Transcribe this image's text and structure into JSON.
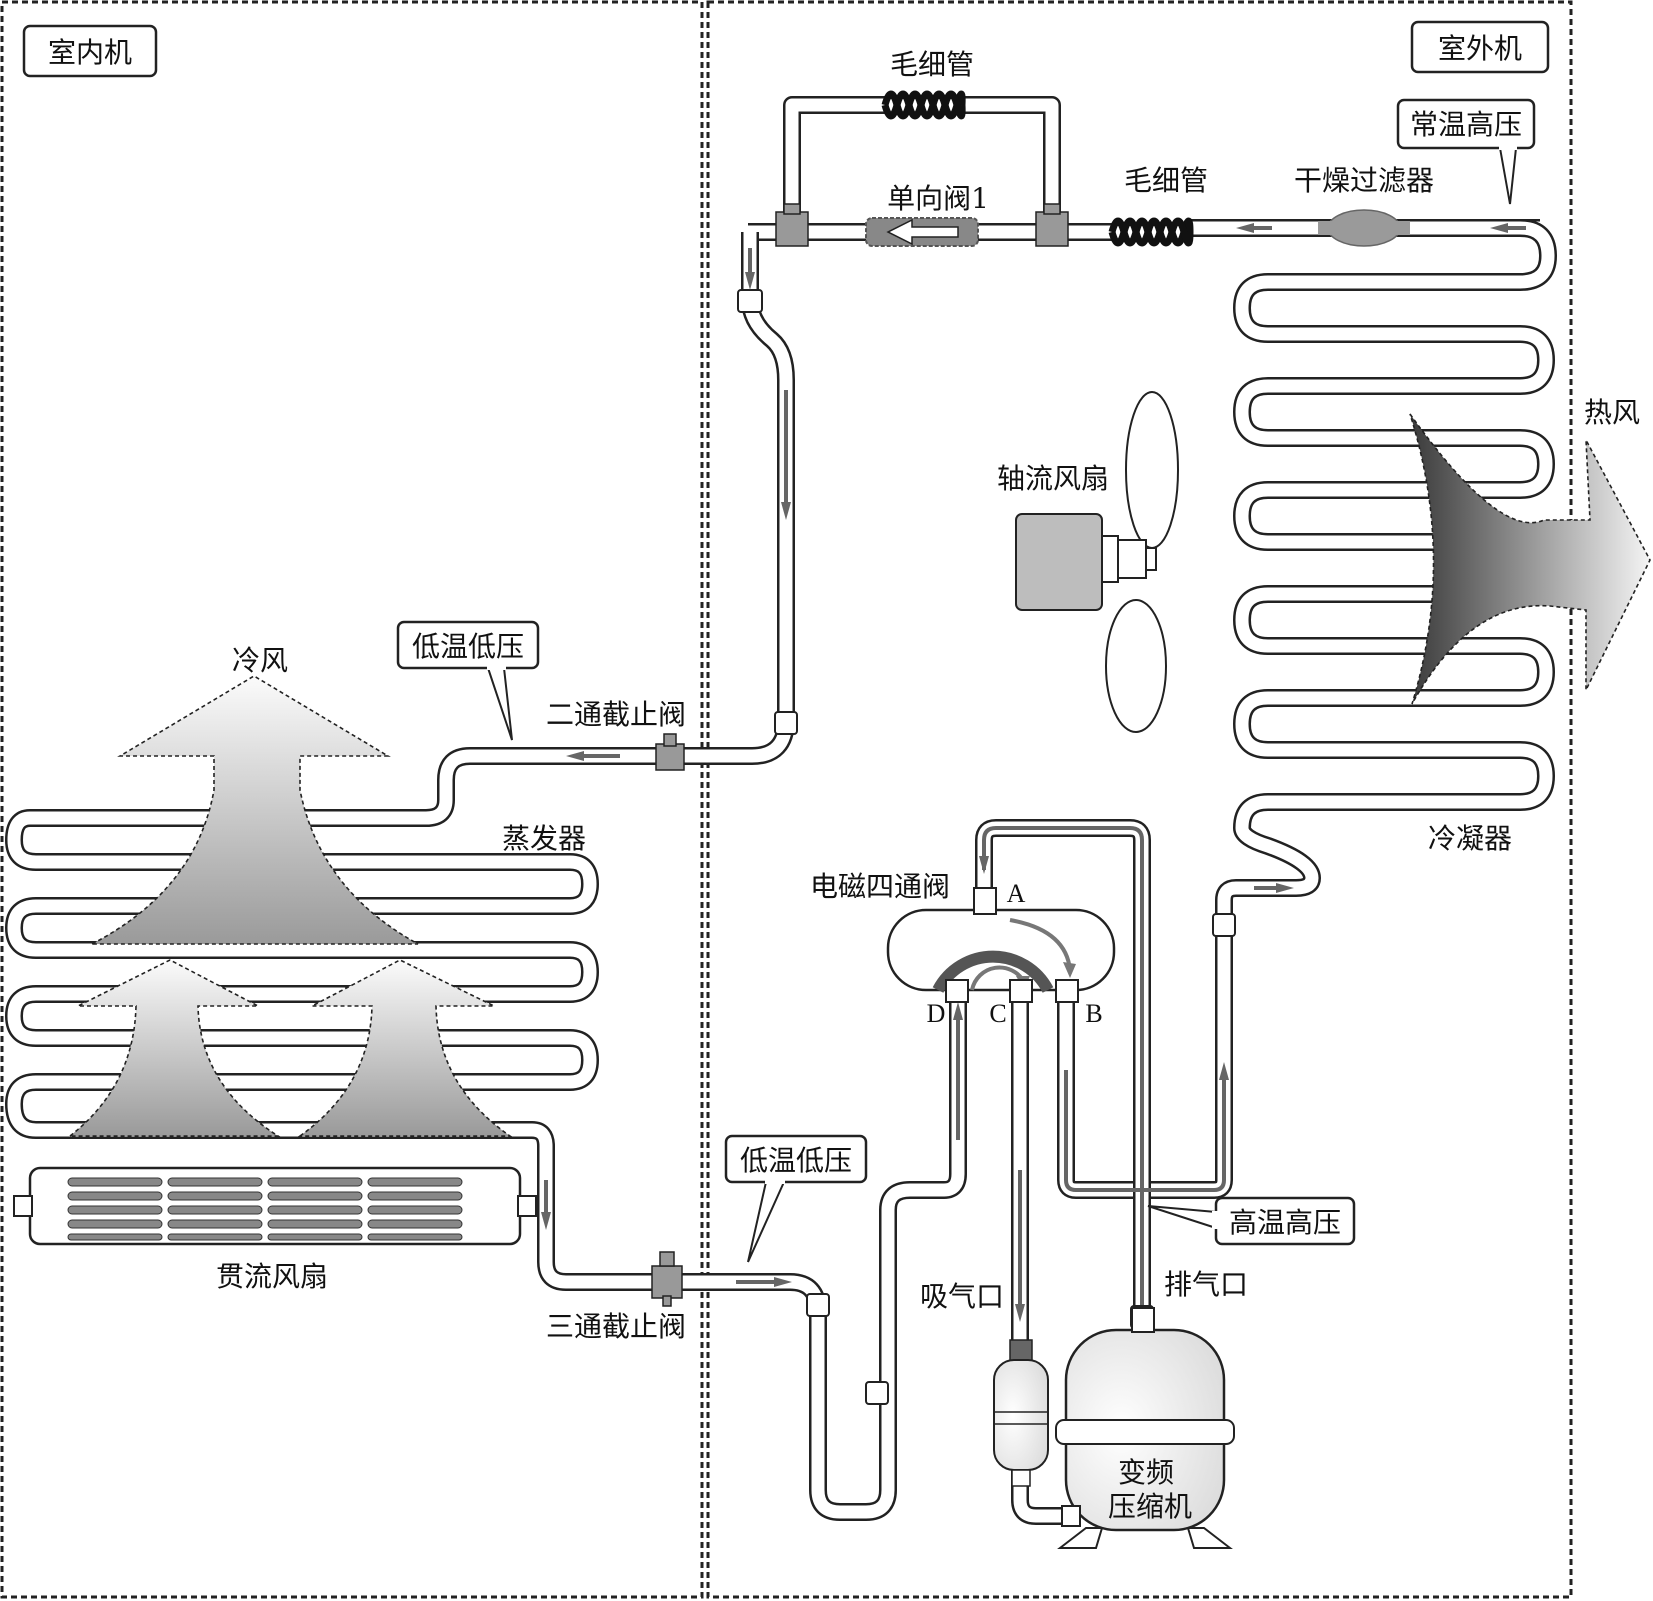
{
  "regions": {
    "indoor": "室内机",
    "outdoor": "室外机"
  },
  "labels": {
    "capillary_top": "毛细管",
    "capillary_mid": "毛细管",
    "check_valve": "单向阀1",
    "dryer_filter": "干燥过滤器",
    "normal_temp_high_pressure": "常温高压",
    "axial_fan": "轴流风扇",
    "hot_air": "热风",
    "condenser": "冷凝器",
    "cold_air": "冷风",
    "low_temp_low_pressure_top": "低温低压",
    "two_way_valve": "二通截止阀",
    "evaporator": "蒸发器",
    "cross_flow_fan": "贯流风扇",
    "low_temp_low_pressure_bottom": "低温低压",
    "three_way_valve": "三通截止阀",
    "four_way_valve": "电磁四通阀",
    "port_a": "A",
    "port_b": "B",
    "port_c": "C",
    "port_d": "D",
    "high_temp_high_pressure": "高温高压",
    "suction_port": "吸气口",
    "discharge_port": "排气口",
    "compressor_line1": "变频",
    "compressor_line2": "压缩机"
  }
}
